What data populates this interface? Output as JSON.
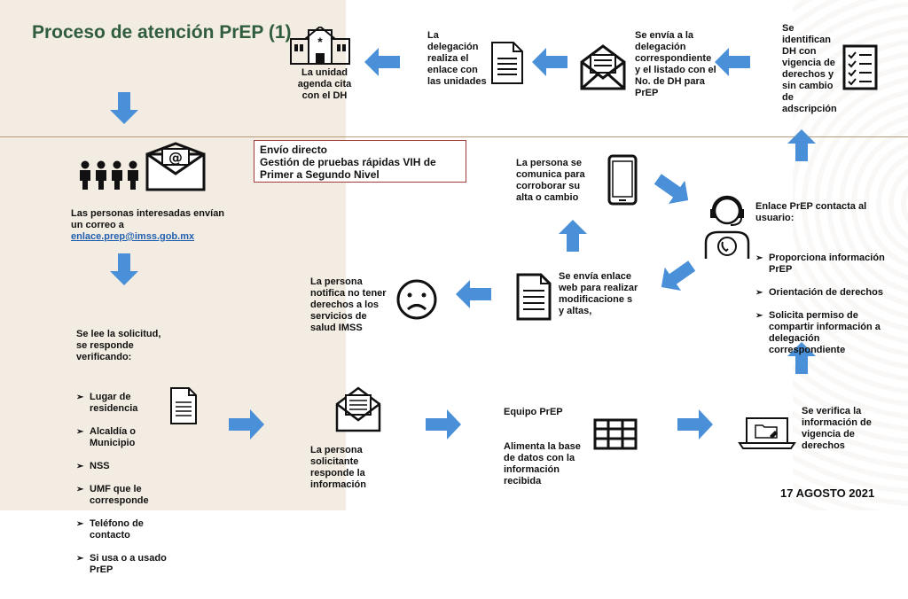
{
  "title": "Proceso de atención PrEP (1)",
  "date": "17 AGOSTO 2021",
  "box": {
    "line1": "Envío directo",
    "line2": "Gestión de pruebas rápidas VIH de Primer a Segundo Nivel"
  },
  "nodes": {
    "unidad": "La unidad agenda cita con el DH",
    "delegacion": "La delegación realiza el enlace con las unidades",
    "envia_delegacion": "Se envía a la delegación correspondiente y el listado con el No. de  DH para PrEP",
    "identifican": "Se identifican DH con vigencia de derechos y sin cambio de adscripción",
    "correo": "Las personas interesadas envían un correo a",
    "correo_link": "enlace.prep@imss.gob.mx",
    "comunica": "La persona se comunica para corroborar su alta o cambio",
    "enlace_title": "Enlace PrEP contacta al usuario:",
    "enlace_items": [
      "Proporciona información PrEP",
      "Orientación de derechos",
      "Solicita permiso de compartir información a delegación correspondiente"
    ],
    "notifica": "La persona notifica no tener derechos a los servicios de salud IMSS",
    "envia_web": "Se envía enlace web para realizar modificacione s y altas,",
    "lee_title": "Se lee la solicitud, se responde verificando:",
    "lee_items": [
      "Lugar de residencia",
      "Alcaldía o Municipio",
      "NSS",
      "UMF que le corresponde",
      "Teléfono de contacto",
      "Si usa o a usado PrEP"
    ],
    "solicitante": "La persona solicitante responde la información",
    "equipo_title": "Equipo PrEP",
    "equipo_body": "Alimenta la base de datos con la información recibida",
    "verifica": "Se verifica la información de vigencia de derechos"
  },
  "colors": {
    "arrow": "#4a90d9",
    "title": "#2f5d3e",
    "box_border": "#a33a3a",
    "left_bg": "#f3ece2"
  },
  "icons": [
    "hospital-icon",
    "document-icon",
    "mail-open-icon",
    "checklist-icon",
    "people-icon",
    "email-at-icon",
    "phone-icon",
    "call-center-icon",
    "sad-face-icon",
    "document-icon",
    "envelope-letter-icon",
    "table-icon",
    "laptop-folder-icon"
  ]
}
